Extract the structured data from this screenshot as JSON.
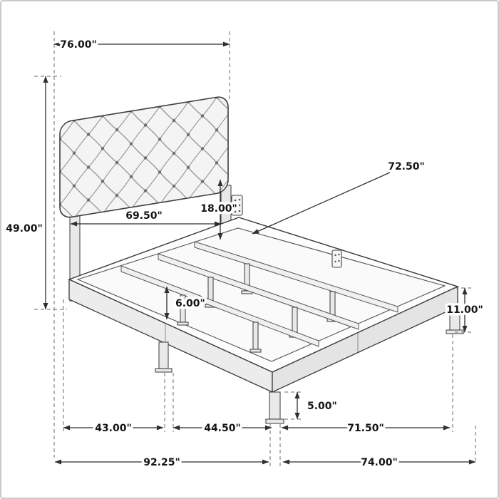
{
  "diagram": {
    "type": "furniture-dimension-drawing",
    "subject": "upholstered-panel-bed-frame",
    "ink_color": "#2f2f2f",
    "labels": {
      "headboard_width": "76.00\"",
      "headboard_height_from_floor": "49.00\"",
      "headboard_panel_width": "69.50\"",
      "headboard_panel_height": "18.00\"",
      "support_rail_length": "72.50\"",
      "center_leg_height": "6.00\"",
      "side_rail_height": "11.00\"",
      "foot_leg_height": "5.00\"",
      "span_left": "43.00\"",
      "span_middle": "44.50\"",
      "span_right": "71.50\"",
      "overall_depth": "92.25\"",
      "frame_length": "74.00\""
    }
  }
}
